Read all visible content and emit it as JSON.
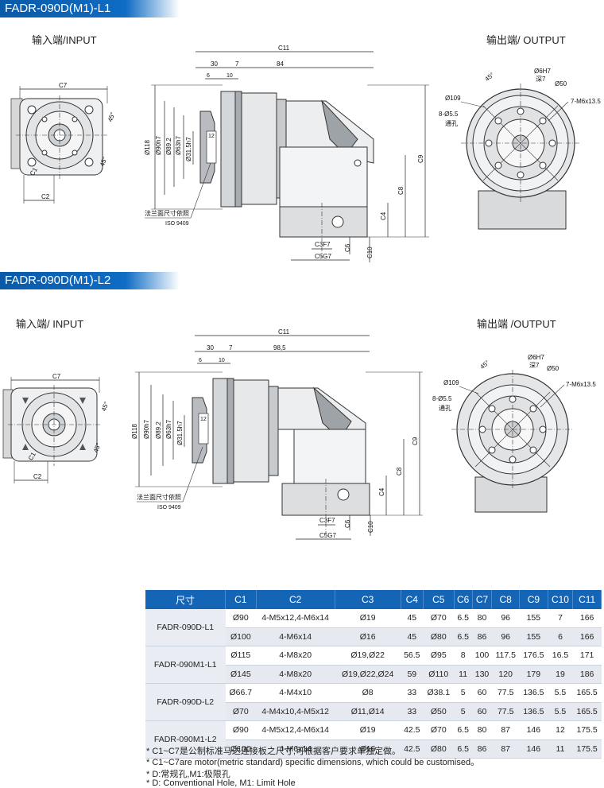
{
  "sections": [
    {
      "banner": "FADR-090D(M1)-L1",
      "input_label": "输入端/INPUT",
      "output_label": "输出端/ OUTPUT",
      "dims": {
        "c7": "C7",
        "c2": "C2",
        "c1": "C1",
        "c11": "C11",
        "d30": "30",
        "d7": "7",
        "d84": "84",
        "d6": "6",
        "d10": "10",
        "d118": "Ø118",
        "d90": "Ø90h7",
        "d892": "Ø89.2",
        "d63": "Ø63h7",
        "d315": "Ø31.5h7",
        "d12": "12",
        "c9": "C9",
        "c8": "C8",
        "c4": "C4",
        "c3": "C3F7",
        "c5": "C5G7",
        "c6": "C6",
        "c10": "C10",
        "flange1": "法兰面尺寸依照",
        "flange2": "ISO 9409",
        "angle": "45°",
        "o6h7": "Ø6H7",
        "deep7": "深7",
        "o50": "Ø50",
        "o109": "Ø109",
        "m6": "7-M6x13.5",
        "holes": "8-Ø5.5",
        "through": "通孔"
      }
    },
    {
      "banner": "FADR-090D(M1)-L2",
      "input_label": "输入端/ INPUT",
      "output_label": "输出端 /OUTPUT",
      "dims": {
        "c7": "C7",
        "c2": "C2",
        "c1": "C1",
        "c11": "C11",
        "d30": "30",
        "d7": "7",
        "d84": "98,5",
        "d6": "6",
        "d10": "10",
        "d118": "Ø118",
        "d90": "Ø90h7",
        "d892": "Ø89.2",
        "d63": "Ø63h7",
        "d315": "Ø31.5h7",
        "d12": "12",
        "c9": "C9",
        "c8": "C8",
        "c4": "C4",
        "c3": "C3F7",
        "c5": "C5G7",
        "c6": "C6",
        "c10": "C10",
        "flange1": "法兰面尺寸依照",
        "flange2": "ISO 9409",
        "angle": "45°",
        "o6h7": "Ø6H7",
        "deep7": "深7",
        "o50": "Ø50",
        "o109": "Ø109",
        "m6": "7-M6x13.5",
        "holes": "8-Ø5.5",
        "through": "通孔"
      }
    }
  ],
  "table": {
    "headers": [
      "尺寸",
      "C1",
      "C2",
      "C3",
      "C4",
      "C5",
      "C6",
      "C7",
      "C8",
      "C9",
      "C10",
      "C11"
    ],
    "groups": [
      {
        "model": "FADR-090D-L1",
        "rows": [
          [
            "Ø90",
            "4-M5x12,4-M6x14",
            "Ø19",
            "45",
            "Ø70",
            "6.5",
            "80",
            "96",
            "155",
            "7",
            "166"
          ],
          [
            "Ø100",
            "4-M6x14",
            "Ø16",
            "45",
            "Ø80",
            "6.5",
            "86",
            "96",
            "155",
            "6",
            "166"
          ]
        ]
      },
      {
        "model": "FADR-090M1-L1",
        "rows": [
          [
            "Ø115",
            "4-M8x20",
            "Ø19,Ø22",
            "56.5",
            "Ø95",
            "8",
            "100",
            "117.5",
            "176.5",
            "16.5",
            "171"
          ],
          [
            "Ø145",
            "4-M8x20",
            "Ø19,Ø22,Ø24",
            "59",
            "Ø110",
            "11",
            "130",
            "120",
            "179",
            "19",
            "186"
          ]
        ]
      },
      {
        "model": "FADR-090D-L2",
        "rows": [
          [
            "Ø66.7",
            "4-M4x10",
            "Ø8",
            "33",
            "Ø38.1",
            "5",
            "60",
            "77.5",
            "136.5",
            "5.5",
            "165.5"
          ],
          [
            "Ø70",
            "4-M4x10,4-M5x12",
            "Ø11,Ø14",
            "33",
            "Ø50",
            "5",
            "60",
            "77.5",
            "136.5",
            "5.5",
            "165.5"
          ]
        ]
      },
      {
        "model": "FADR-090M1-L2",
        "rows": [
          [
            "Ø90",
            "4-M5x12,4-M6x14",
            "Ø19",
            "42.5",
            "Ø70",
            "6.5",
            "80",
            "87",
            "146",
            "12",
            "175.5"
          ],
          [
            "Ø100",
            "4-M6x14",
            "Ø16",
            "42.5",
            "Ø80",
            "6.5",
            "86",
            "87",
            "146",
            "11",
            "175.5"
          ]
        ]
      }
    ]
  },
  "notes": [
    "* C1~C7是公制标准马达连接板之尺寸,可根据客户要求单独定做。",
    "* C1~C7are motor(metric standard)  specific dimensions, which could be customised。",
    "* D:常规孔,M1:极限孔",
    "* D: Conventional Hole, M1: Limit Hole"
  ]
}
